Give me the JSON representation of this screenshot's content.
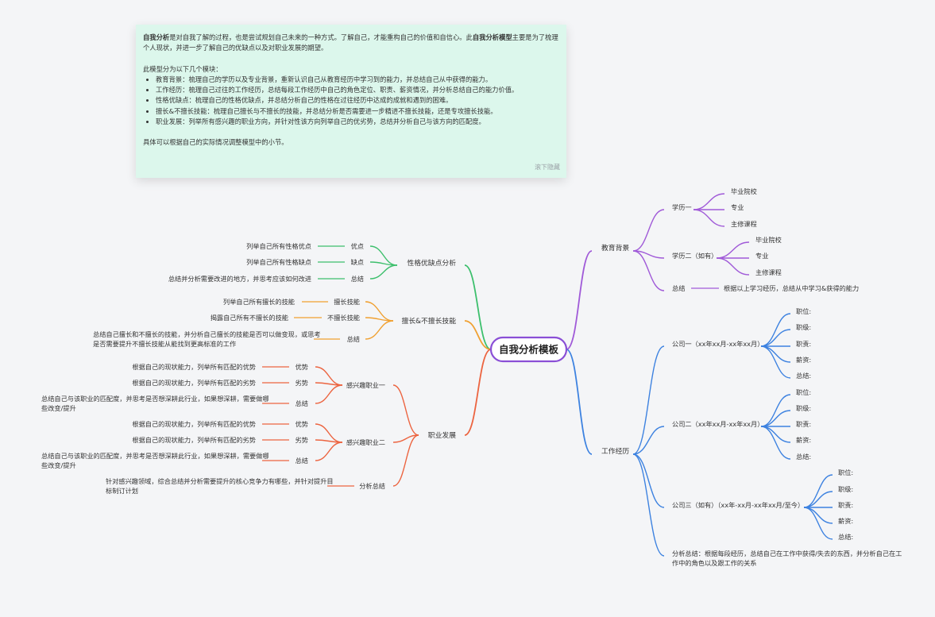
{
  "intro": {
    "p1": {
      "b1": "自我分析",
      "t1": "是对自我了解的过程，也是尝试规划自己未来的一种方式。了解自己，才能重构自己的价值和自信心。此",
      "b2": "自我分析模型",
      "t2": "主要是为了梳理个人现状，并进一步了解自己的优缺点以及对职业发展的期望。"
    },
    "lead": "此模型分为以下几个模块：",
    "items": [
      "教育背景：梳理自己的学历以及专业背景，重新认识自己从教育经历中学习到的能力，并总结自己从中获得的能力。",
      "工作经历：梳理自己过往的工作经历，总结每段工作经历中自己的角色定位、职责、薪资情况，并分析总结自己的能力价值。",
      "性格优缺点：梳理自己的性格优缺点，并总结分析自己的性格在过往经历中达成的成就和遇到的困难。",
      "擅长&不擅长技能：梳理自己擅长与不擅长的技能，并总结分析是否需要进一步精进不擅长技能，还是专攻擅长技能。",
      "职业发展：列举所有感兴趣的职业方向，并针对性该方向列举自己的优劣势，总结并分析自己与该方向的匹配度。"
    ],
    "outro": "具体可以根据自己的实际情况调整模型中的小节。",
    "hint": "滚下隐藏"
  },
  "colors": {
    "root": "#8a4fd6",
    "education": "#a05ad8",
    "work": "#3d82e0",
    "personality": "#3cbf6c",
    "skills": "#f0a030",
    "career": "#ec6440"
  },
  "mindmap": {
    "root": "自我分析模板",
    "education": {
      "label": "教育背景",
      "degree1": {
        "label": "学历一",
        "items": [
          "毕业院校",
          "专业",
          "主修课程"
        ]
      },
      "degree2": {
        "label": "学历二（如有）",
        "items": [
          "毕业院校",
          "专业",
          "主修课程"
        ]
      },
      "summary": {
        "label": "总结",
        "detail": "根据以上学习经历，总结从中学习&获得的能力"
      }
    },
    "work": {
      "label": "工作经历",
      "company1": {
        "label": "公司一（xx年xx月-xx年xx月）",
        "items": [
          "职位:",
          "职级:",
          "职责:",
          "薪资:",
          "总结:"
        ]
      },
      "company2": {
        "label": "公司二（xx年xx月-xx年xx月）",
        "items": [
          "职位:",
          "职级:",
          "职责:",
          "薪资:",
          "总结:"
        ]
      },
      "company3": {
        "label": "公司三（如有）（xx年-xx月-xx年xx月/至今）",
        "items": [
          "职位:",
          "职级:",
          "职责:",
          "薪资:",
          "总结:"
        ]
      },
      "summary": {
        "line1": "分析总结：根据每段经历，总结自己在工作中获得/失去的东西，并分析自己在工",
        "line2": "作中的角色以及跟工作的关系"
      }
    },
    "personality": {
      "label": "性格优缺点分析",
      "items": [
        {
          "label": "优点",
          "detail": "列举自己所有性格优点"
        },
        {
          "label": "缺点",
          "detail": "列举自己所有性格缺点"
        },
        {
          "label": "总结",
          "detail": "总结并分析需要改进的地方，并思考应该如何改进"
        }
      ]
    },
    "skills": {
      "label": "擅长&不擅长技能",
      "items": [
        {
          "label": "擅长技能",
          "detail": "列举自己所有擅长的技能"
        },
        {
          "label": "不擅长技能",
          "detail": "揭露自己所有不擅长的技能"
        },
        {
          "label": "总结",
          "detail1": "总结自己擅长和不擅长的技能，并分析自己擅长的技能是否可以做变现，或思考",
          "detail2": "是否需要提升不擅长技能从能找到更高标准的工作"
        }
      ]
    },
    "career": {
      "label": "职业发展",
      "interest1": {
        "label": "感兴趣职业一",
        "items": [
          {
            "label": "优势",
            "detail": "根据自己的现状能力，列举所有匹配的优势"
          },
          {
            "label": "劣势",
            "detail": "根据自己的现状能力，列举所有匹配的劣势"
          },
          {
            "label": "总结",
            "detail1": "总结自己与该职业的匹配度，并思考是否想深耕此行业，如果想深耕，需要做哪",
            "detail2": "些改变/提升"
          }
        ]
      },
      "interest2": {
        "label": "感兴趣职业二",
        "items": [
          {
            "label": "优势",
            "detail": "根据自己的现状能力，列举所有匹配的优势"
          },
          {
            "label": "劣势",
            "detail": "根据自己的现状能力，列举所有匹配的劣势"
          },
          {
            "label": "总结",
            "detail1": "总结自己与该职业的匹配度，并思考是否想深耕此行业，如果想深耕，需要做哪",
            "detail2": "些改变/提升"
          }
        ]
      },
      "analysis": {
        "label": "分析总结",
        "detail1": "针对感兴趣领域，综合总结并分析需要提升的核心竞争力有哪些，并针对提升目",
        "detail2": "标制订计划"
      }
    }
  }
}
